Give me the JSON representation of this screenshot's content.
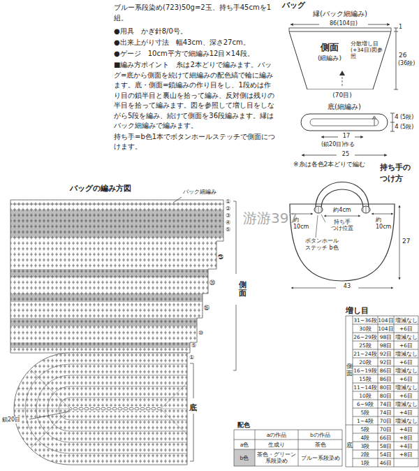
{
  "diagram": {
    "nodes": [
      {
        "text": [
          "側面",
          "(細編み)"
        ]
      },
      {
        "text": [
          "底(細編み)"
        ]
      }
    ],
    "labels": [
      "ブルー系段染め(723)50g=2玉、持ち手45cmを1組。",
      "●用具　かぎ針8/0号。",
      "●出来上がり寸法　幅43cm、深さ27cm。",
      "●ゲージ　10cm平方で細編み12目×14段。",
      "■編み方ポイント　糸は2本どりで編みます。バッグ=底から側面を続けて細編みの配色縞で輪に編みます。底・側面=鎖編みの作り目をし、1段めは作り目の鎖半目と裏山を拾って編み、反対側は残りの半目を拾って編みます。図を参照して増し目をしながら5段を編み、続けて側面を36段編みます。縁はバック細編みで編みます。",
      "持ち手=b色1本でボタンホールステッチで側面につけます。",
      "バッグ",
      "縁(バック細編み)",
      "86(104目)",
      "分散増し目(+34目)図参照",
      "(70目)",
      "1",
      "26",
      "(36段)",
      "4",
      "(5段)",
      "4",
      "(5段)",
      "17",
      "(鎖20目)作る",
      "25",
      "※糸は各色2本どりで編む",
      "持ち手の つけ方",
      "約4cm",
      "約 10cm",
      "約 10cm",
      "持ち手 つけ位置",
      "ボタンホール ステッチ b色",
      "27",
      "43",
      "バッグの編み方図",
      "バック細編み",
      "①",
      "②",
      "③",
      "④",
      "⑤",
      "㉕",
      "⑳",
      "⑮",
      "⑩",
      "⑤",
      "①",
      "側面",
      "底",
      "鎖20目",
      "游游397",
      "配色",
      "aの作品",
      "bの作品",
      "a色",
      "生成り",
      "茶色",
      "b色",
      "茶色・グリーン系段染め",
      "ブルー系段染め",
      "増し目",
      "側面",
      "31~36段",
      "104目",
      "増減なし",
      "30段",
      "104目",
      "+6目",
      "26~29段",
      "98目",
      "増減なし",
      "25段",
      "98目",
      "+6目",
      "21~24段",
      "92目",
      "増減なし",
      "20段",
      "92目",
      "+6目",
      "16~19段",
      "86目",
      "増減なし",
      "15段",
      "86目",
      "+6目",
      "11~14段",
      "80目",
      "増減なし",
      "10段",
      "80目",
      "+6目",
      "6~9段",
      "74目",
      "増減なし",
      "5段",
      "74目",
      "+4目",
      "1~4段",
      "70目",
      "増減なし",
      "底",
      "5段",
      "70目",
      "+4目",
      "4段",
      "66目",
      "+8目",
      "3段",
      "58目",
      "+4目",
      "2段",
      "54目",
      "+8目",
      "1段",
      "46目"
    ]
  }
}
